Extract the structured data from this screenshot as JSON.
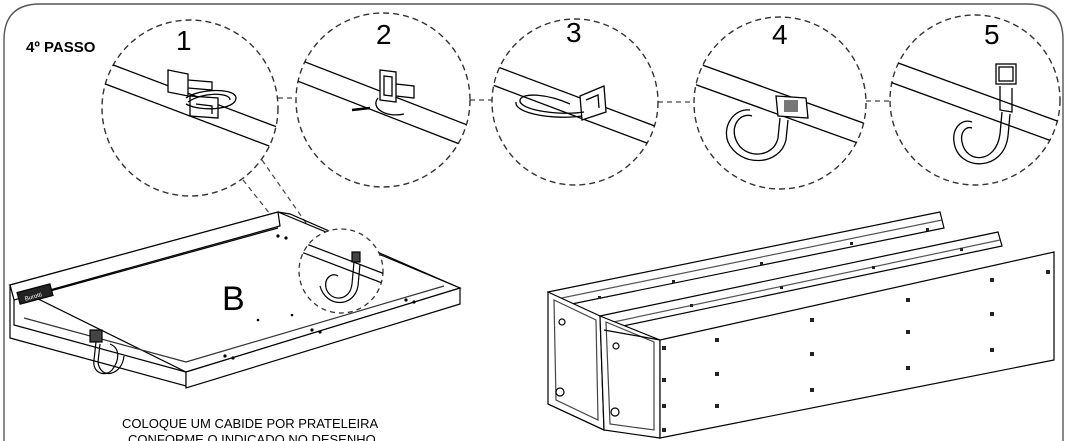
{
  "step_title": "4º PASSO",
  "steps": [
    "1",
    "2",
    "3",
    "4",
    "5"
  ],
  "shelf_label": "B",
  "brand": "Burotti",
  "caption_line1": "COLOQUE UM CABIDE POR PRATELEIRA",
  "caption_line2": "CONFORME O INDICADO NO DESENHO",
  "colors": {
    "line": "#000000",
    "frame": "#555555",
    "background": "#ffffff"
  }
}
